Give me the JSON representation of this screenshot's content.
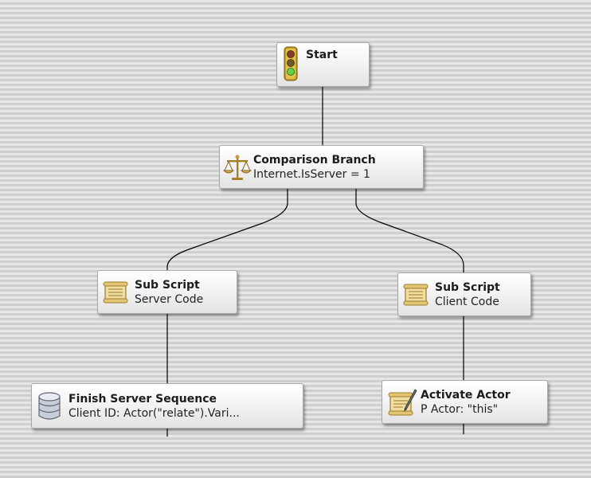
{
  "nodes": {
    "start": {
      "title": "Start",
      "icon": "traffic-light-icon"
    },
    "comparison": {
      "title": "Comparison Branch",
      "subtitle": "Internet.IsServer = 1",
      "icon": "scales-icon"
    },
    "sub_server": {
      "title": "Sub Script",
      "subtitle": "Server Code",
      "icon": "scroll-icon"
    },
    "sub_client": {
      "title": "Sub Script",
      "subtitle": "Client Code",
      "icon": "scroll-icon"
    },
    "finish_server": {
      "title": "Finish Server Sequence",
      "subtitle": "Client ID: Actor(\"relate\").Vari...",
      "icon": "database-icon"
    },
    "activate_actor": {
      "title": "Activate Actor",
      "subtitle": "P Actor: \"this\"",
      "icon": "scroll-pen-icon"
    }
  },
  "colors": {
    "background_light": "#e6e6e6",
    "background_dark": "#cfcfcf",
    "wire": "#000000",
    "node_border": "#a8a8a8"
  }
}
